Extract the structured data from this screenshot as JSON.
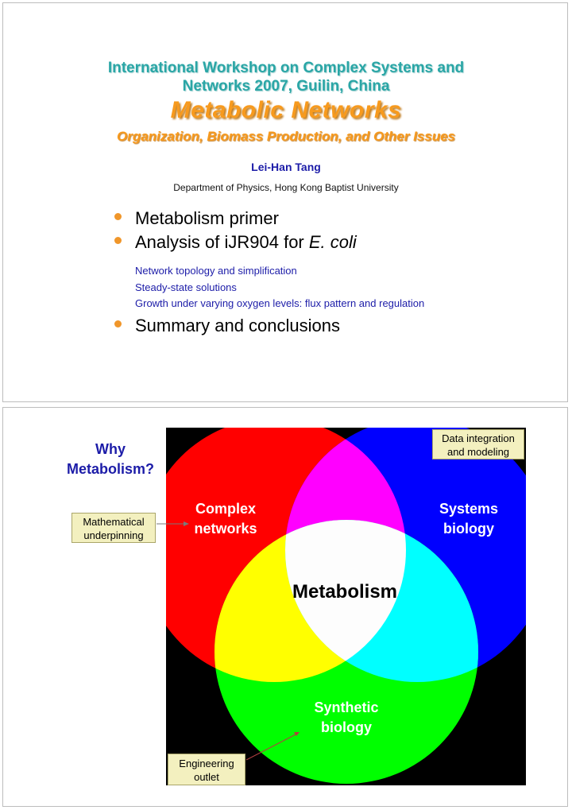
{
  "slide1": {
    "workshop_line1": "International Workshop on Complex Systems and",
    "workshop_line2": "Networks 2007, Guilin, China",
    "title": "Metabolic Networks",
    "subtitle": "Organization, Biomass Production, and Other Issues",
    "author": "Lei-Han Tang",
    "department": "Department of Physics, Hong Kong Baptist University",
    "bullets": [
      {
        "text": "Metabolism primer"
      },
      {
        "text_prefix": "Analysis of iJR904 for ",
        "text_italic": "E. coli"
      },
      {
        "text": "Summary and conclusions"
      }
    ],
    "sub_items": [
      "Network topology and simplification",
      "Steady-state solutions",
      "Growth under varying oxygen levels: flux pattern and regulation"
    ]
  },
  "slide2": {
    "why_line1": "Why",
    "why_line2": "Metabolism?",
    "circles": {
      "complex_line1": "Complex",
      "complex_line2": "networks",
      "systems_line1": "Systems",
      "systems_line2": "biology",
      "synthetic_line1": "Synthetic",
      "synthetic_line2": "biology",
      "center": "Metabolism"
    },
    "callouts": {
      "data_line1": "Data integration",
      "data_line2": "and modeling",
      "math_line1": "Mathematical",
      "math_line2": "underpinning",
      "eng_line1": "Engineering",
      "eng_line2": "outlet"
    },
    "colors": {
      "red": "#ff0000",
      "blue": "#0000ff",
      "green": "#00ff00",
      "yellow": "#ffff00",
      "magenta": "#ff00ff",
      "cyan": "#00ffff",
      "center": "#fdfdfd",
      "background": "#000000"
    }
  }
}
